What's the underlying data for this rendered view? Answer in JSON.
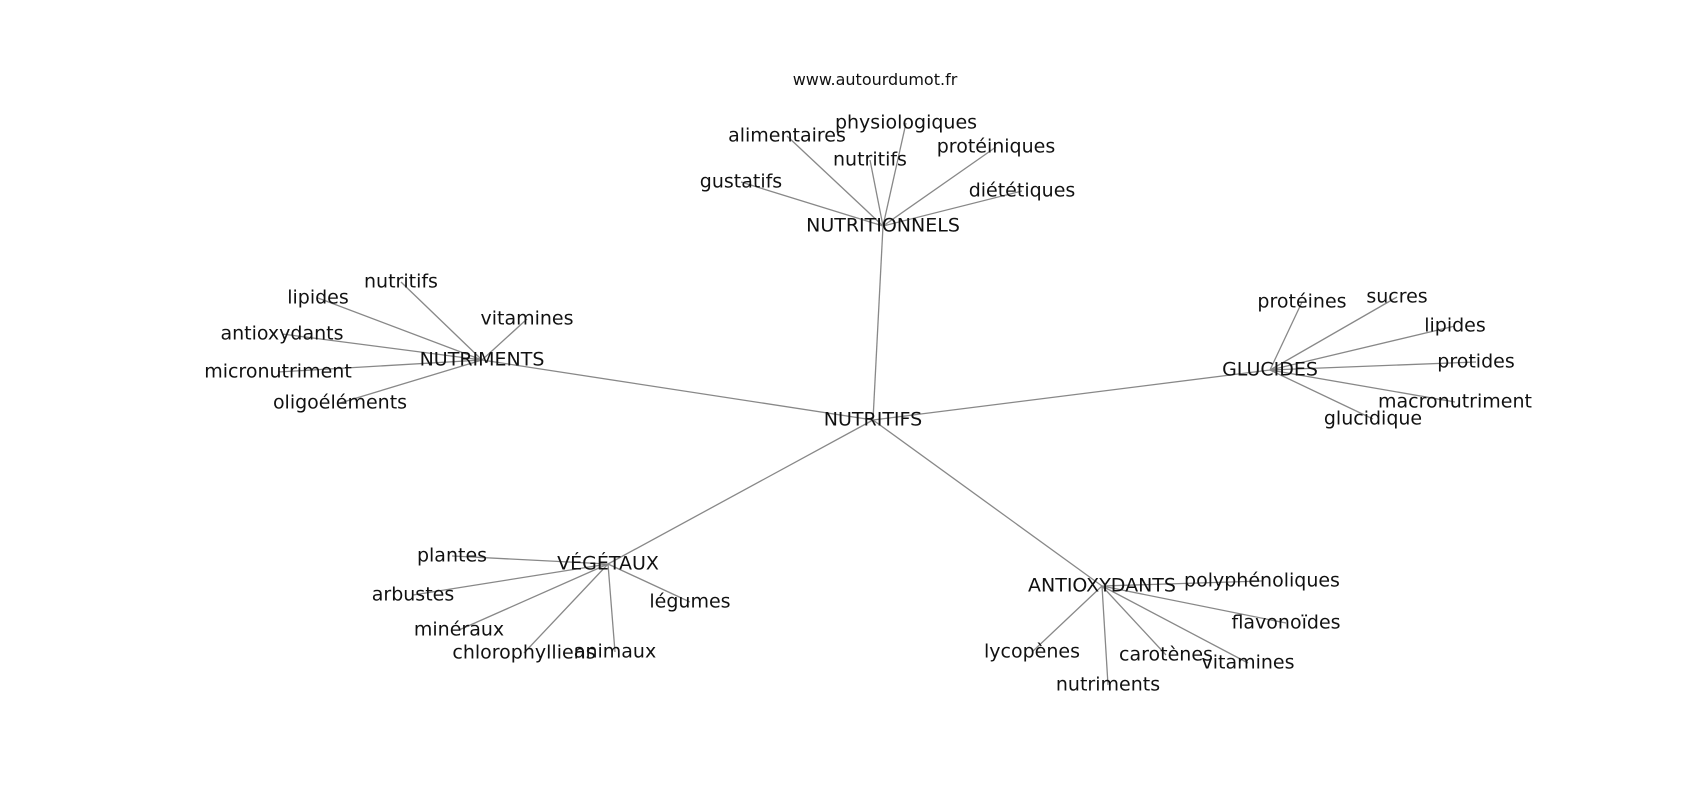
{
  "source_label": "www.autourdumot.fr",
  "graph": {
    "center": "NUTRITIFS",
    "clusters": [
      {
        "hub": "NUTRITIONNELS",
        "terms": [
          "alimentaires",
          "physiologiques",
          "nutritifs",
          "protéiniques",
          "gustatifs",
          "diététiques"
        ]
      },
      {
        "hub": "NUTRIMENTS",
        "terms": [
          "nutritifs",
          "lipides",
          "vitamines",
          "antioxydants",
          "micronutriment",
          "oligoéléments"
        ]
      },
      {
        "hub": "GLUCIDES",
        "terms": [
          "protéines",
          "sucres",
          "lipides",
          "protides",
          "macronutriment",
          "glucidique"
        ]
      },
      {
        "hub": "VÉGÉTAUX",
        "terms": [
          "plantes",
          "arbustes",
          "légumes",
          "minéraux",
          "chlorophylliens",
          "animaux"
        ]
      },
      {
        "hub": "ANTIOXYDANTS",
        "terms": [
          "polyphénoliques",
          "flavonoïdes",
          "lycopènes",
          "carotènes",
          "vitamines",
          "nutriments"
        ]
      }
    ]
  },
  "colors": {
    "edge": "#888888",
    "text": "#111111",
    "background": "#ffffff"
  }
}
